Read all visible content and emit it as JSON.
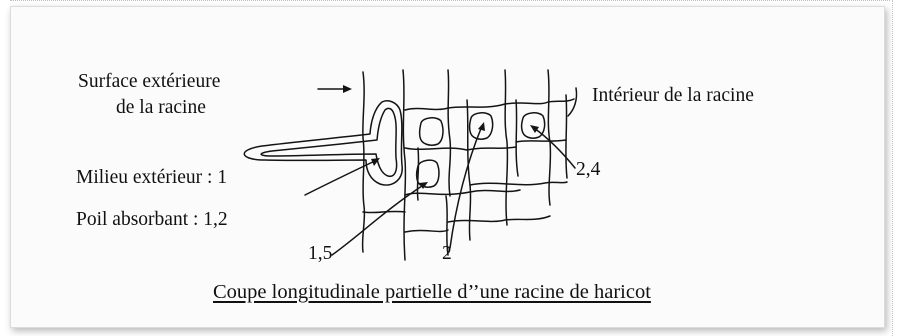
{
  "labels": {
    "surface_line1": "Surface extérieure",
    "surface_line2": "de la racine",
    "interieur": "Intérieur de la racine",
    "milieu": "Milieu extérieur : 1",
    "poil": "Poil absorbant : 1,2",
    "val_1_5": "1,5",
    "val_2": "2",
    "val_2_4": "2,4"
  },
  "caption": "Coupe longitudinale partielle  d’’une racine de haricot"
}
